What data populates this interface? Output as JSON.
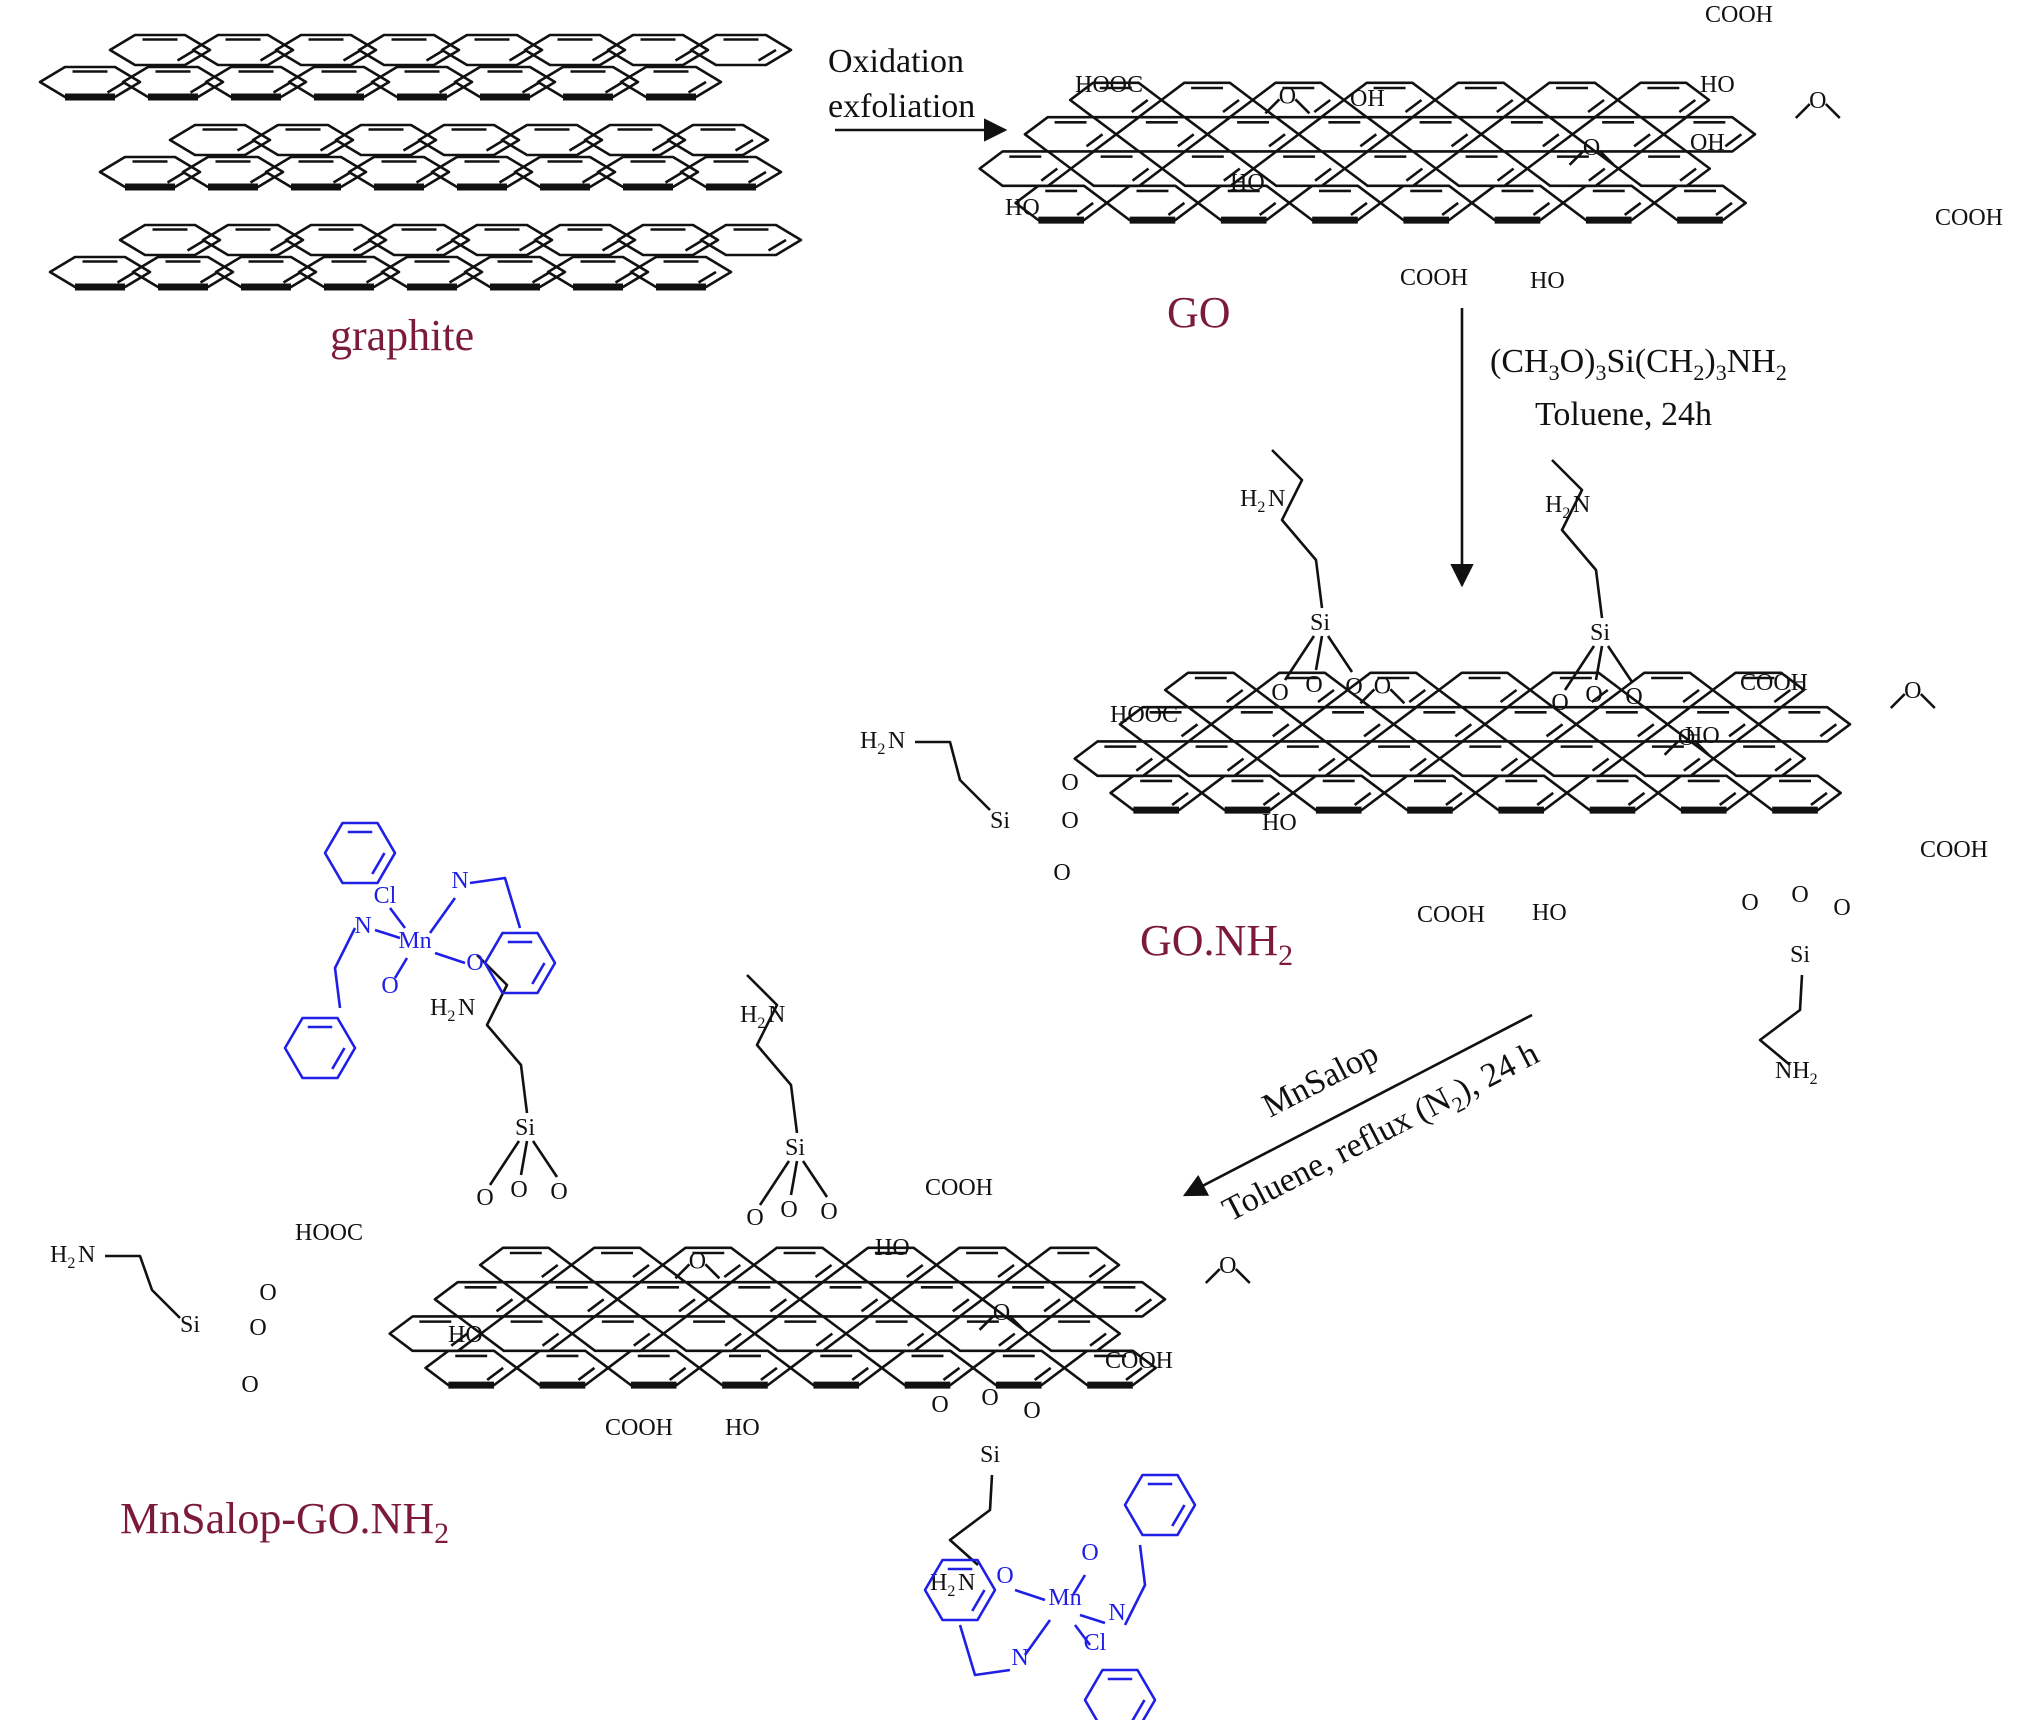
{
  "labels": {
    "graphite": "graphite",
    "go": "GO",
    "go_nh2": "GO.NH",
    "go_nh2_sub": "2",
    "mnsalop_go_nh2": "MnSalop-GO.NH",
    "mnsalop_go_nh2_sub": "2"
  },
  "conditions": {
    "step1_line1": "Oxidation",
    "step1_line2": "exfoliation",
    "step2_line1": "(CH3O)3Si(CH2)3NH2",
    "step2_line2": "Toluene, 24h",
    "step3_line1": "MnSalop",
    "step3_line2": "Toluene, reflux (N2), 24 h"
  },
  "groups": {
    "cooh": "COOH",
    "hooc": "HOOC",
    "oh": "OH",
    "ho": "HO",
    "o": "O",
    "si": "Si",
    "h2n": "H2N",
    "nh2": "NH2",
    "mn": "Mn",
    "cl": "Cl",
    "n": "N"
  },
  "colors": {
    "label": "#7b1a3c",
    "ink": "#111111",
    "complex": "#1f1fe6"
  }
}
